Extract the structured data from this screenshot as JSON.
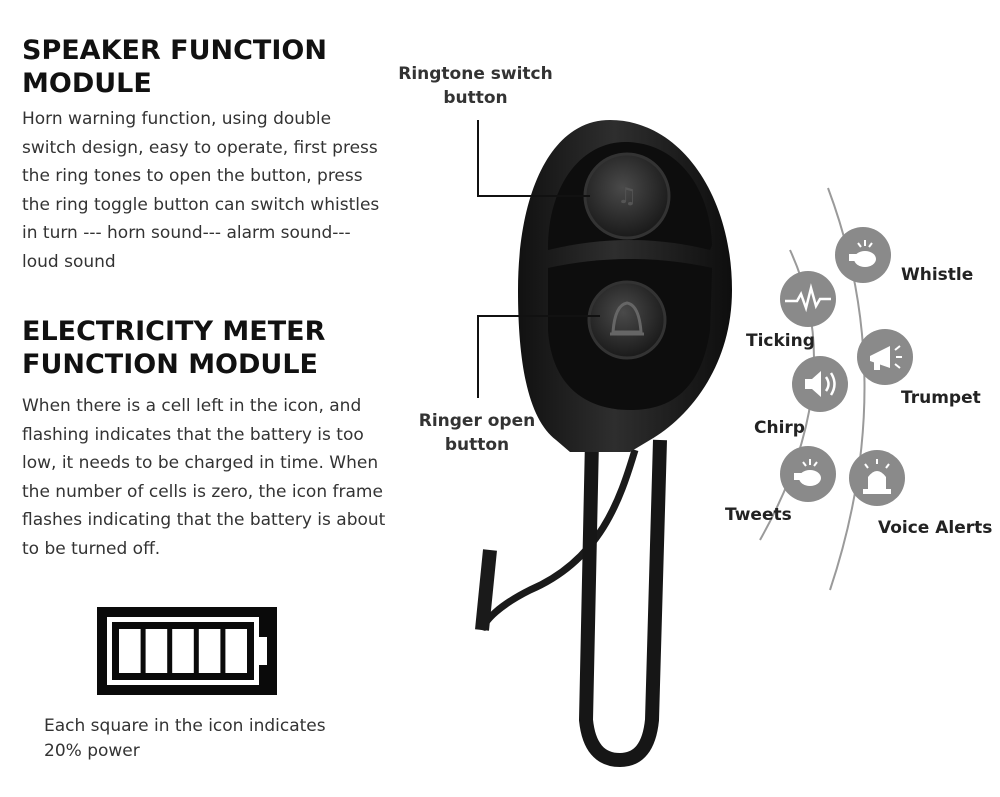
{
  "speaker": {
    "title": "SPEAKER FUNCTION MODULE",
    "description": "Horn warning function, using double switch design, easy to operate, first press the ring tones to open the button, press the ring toggle button can switch whistles in turn --- horn sound--- alarm sound--- loud sound"
  },
  "meter": {
    "title": "ELECTRICITY METER FUNCTION MODULE",
    "description": "When there is a cell left in the icon, and flashing indicates that the battery is too low, it needs to be charged in time. When the number of cells is zero, the icon frame flashes indicating that the battery is about to be turned off."
  },
  "battery": {
    "cells": 5,
    "caption": "Each square in the icon indicates 20% power"
  },
  "callouts": {
    "switch": "Ringtone switch button",
    "open": "Ringer open button"
  },
  "modes": {
    "whistle": "Whistle",
    "ticking": "Ticking",
    "trumpet": "Trumpet",
    "chirp": "Chirp",
    "tweets": "Tweets",
    "voice_alerts": "Voice Alerts"
  },
  "colors": {
    "device": "#1c1c1c",
    "icon_bg": "#8a8a8a",
    "arc": "#9a9a9a"
  }
}
